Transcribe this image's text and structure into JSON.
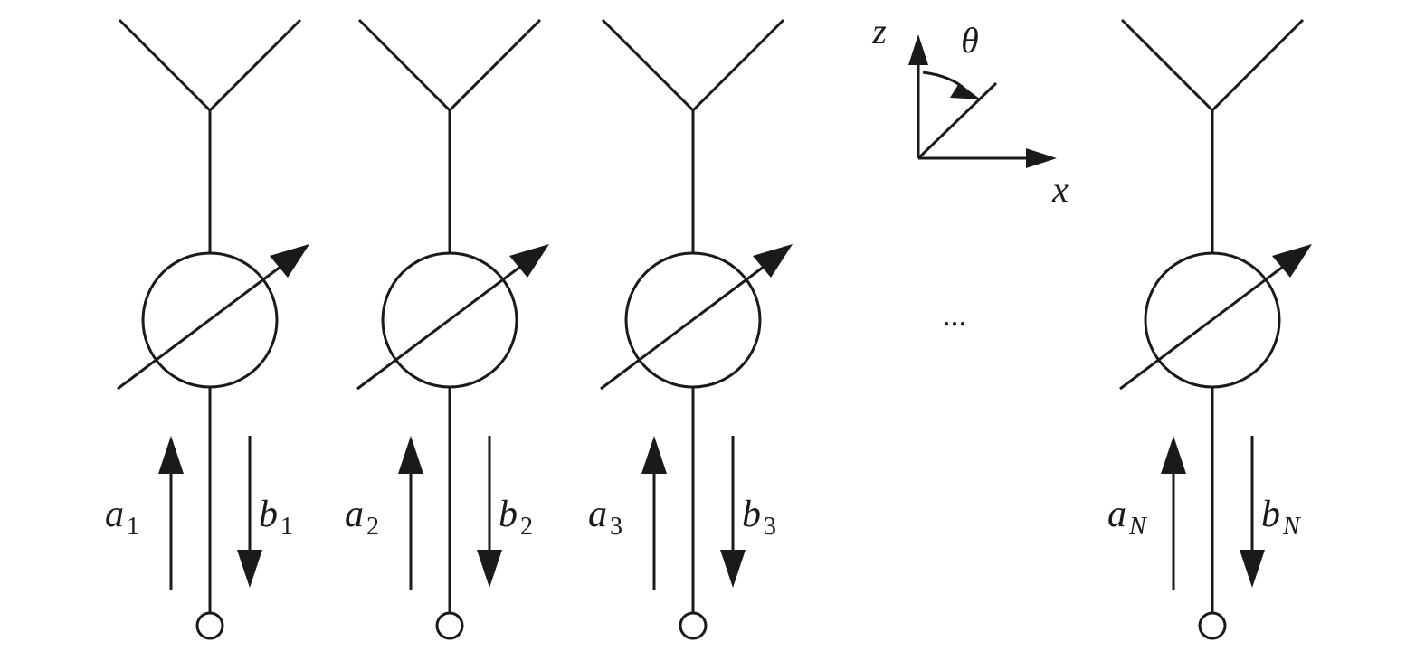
{
  "axes": {
    "z_label": "z",
    "x_label": "x",
    "theta_label": "θ"
  },
  "ellipsis": "...",
  "elements": [
    {
      "a_main": "a",
      "a_sub": "1",
      "a_sub_italic": false,
      "b_main": "b",
      "b_sub": "1",
      "b_sub_italic": false
    },
    {
      "a_main": "a",
      "a_sub": "2",
      "a_sub_italic": false,
      "b_main": "b",
      "b_sub": "2",
      "b_sub_italic": false
    },
    {
      "a_main": "a",
      "a_sub": "3",
      "a_sub_italic": false,
      "b_main": "b",
      "b_sub": "3",
      "b_sub_italic": false
    },
    {
      "a_main": "a",
      "a_sub": "N",
      "a_sub_italic": true,
      "b_main": "b",
      "b_sub": "N",
      "b_sub_italic": true
    }
  ],
  "colors": {
    "stroke": "#1a1a1a",
    "background": "#ffffff"
  }
}
